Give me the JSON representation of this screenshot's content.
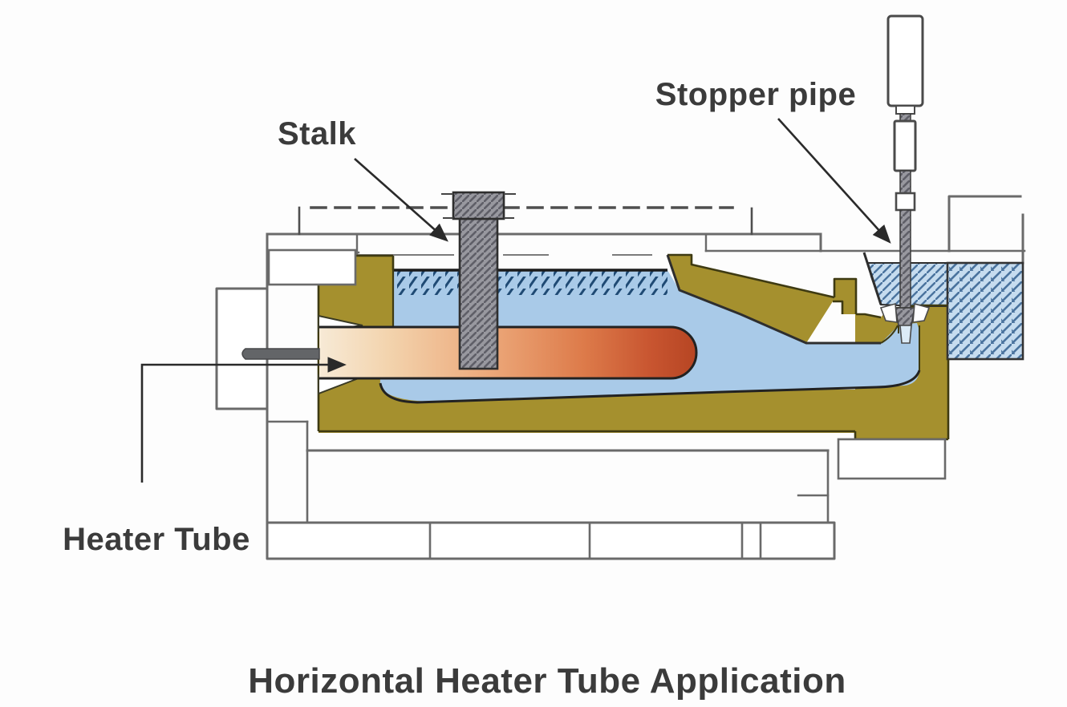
{
  "title": "Horizontal Heater Tube Application",
  "labels": {
    "stalk": "Stalk",
    "stopper_pipe": "Stopper pipe",
    "heater_tube": "Heater Tube"
  },
  "diagram": {
    "type": "cross-section technical diagram",
    "subject": "horizontal heater tube installed in a low-pressure casting machine",
    "annotated_parts": [
      "Stalk",
      "Stopper pipe",
      "Heater Tube"
    ]
  },
  "colors": {
    "label": "#3b3b3b",
    "outline": "#6a6a6a",
    "outline-dark": "#2e2e2e",
    "khaki": "#a5902e",
    "khaki-line": "#3e3a12",
    "melt-blue": "#a9cae8",
    "pool-hatch": "#1f4a74",
    "bath-bg": "#c6dcef",
    "bath-hatch": "#4a739e",
    "stalk-bg": "#98989f",
    "stalk-line": "#5f5f68",
    "rod-gray": "#636568",
    "tube-light": "#f7ead6",
    "tube-mid": "#eca87a",
    "tube-dark": "#b64523",
    "arrow": "#2a2a2a",
    "dash": "#4f4f4f"
  }
}
